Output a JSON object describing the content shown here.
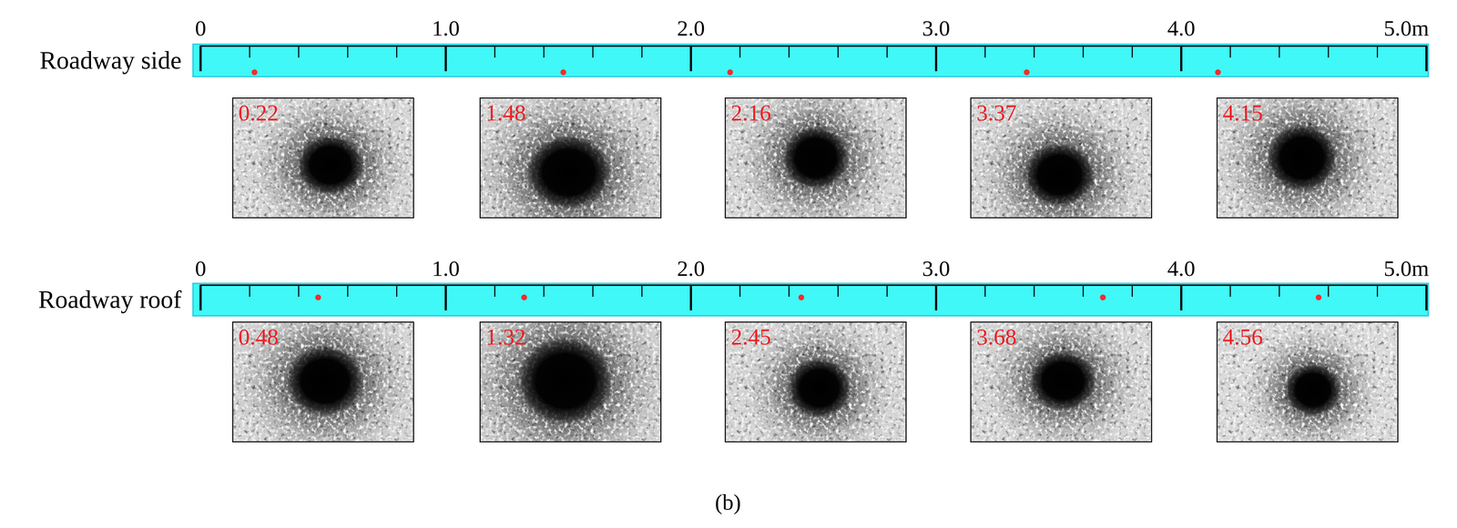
{
  "diagram": {
    "caption": "(b)",
    "nodes": [
      {
        "text": [
          "Roadway side"
        ]
      },
      {
        "text": [
          "0.22"
        ]
      },
      {
        "text": [
          "1.48"
        ]
      },
      {
        "text": [
          "2.16"
        ]
      },
      {
        "text": [
          "3.37"
        ]
      },
      {
        "text": [
          "4.15"
        ]
      },
      {
        "text": [
          "Roadway roof"
        ]
      },
      {
        "text": [
          "0.48"
        ]
      },
      {
        "text": [
          "1.32"
        ]
      },
      {
        "text": [
          "2.45"
        ]
      },
      {
        "text": [
          "3.68"
        ]
      },
      {
        "text": [
          "4.56"
        ]
      }
    ],
    "labels": [
      "0",
      "1.0",
      "2.0",
      "3.0",
      "4.0",
      "5.0m",
      "0",
      "1.0",
      "2.0",
      "3.0",
      "4.0",
      "5.0m"
    ]
  }
}
